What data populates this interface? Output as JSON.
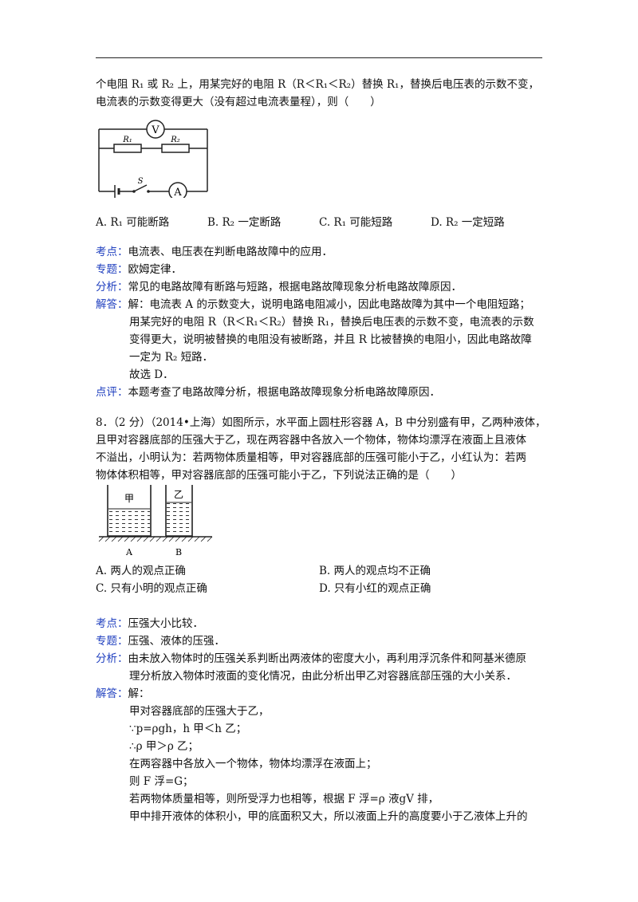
{
  "q7": {
    "stem_lines": [
      "个电阻 R₁ 或 R₂ 上，用某完好的电阻 R（R＜R₁＜R₂）替换 R₁，替换后电压表的示数不变，",
      "电流表的示数变得更大（没有超过电流表量程），则（　　）"
    ],
    "circuit": {
      "voltmeter": "V",
      "r1": "R₁",
      "r2": "R₂",
      "switch": "S",
      "ammeter": "A"
    },
    "options": [
      "A.  R₁ 可能断路",
      "B.  R₂ 一定断路",
      "C.  R₁ 可能短路",
      "D.  R₂ 一定短路"
    ],
    "kaodian_label": "考点：",
    "kaodian": "电流表、电压表在判断电路故障中的应用．",
    "zhuanti_label": "专题：",
    "zhuanti": "欧姆定律．",
    "fenxi_label": "分析：",
    "fenxi": "常见的电路故障有断路与短路，根据电路故障现象分析电路故障原因．",
    "jieda_label": "解答：",
    "jieda_lines": [
      "解：电流表 A 的示数变大，说明电路电阻减小，因此电路故障为其中一个电阻短路；",
      "用某完好的电阻 R（R＜R₁＜R₂）替换 R₁，替换后电压表的示数不变，电流表的示数",
      "变得更大，说明被替换的电阻没有被断路，并且 R 比被替换的电阻小，因此电路故障",
      "一定为 R₂ 短路．",
      "故选 D．"
    ],
    "dianping_label": "点评：",
    "dianping": "本题考查了电路故障分析，根据电路故障现象分析电路故障原因．"
  },
  "q8": {
    "stem_lines": [
      "8．（2 分）（2014•上海）如图所示，水平面上圆柱形容器 A，B 中分别盛有甲，乙两种液体，",
      "且甲对容器底部的压强大于乙，现在两容器中各放入一个物体，物体均漂浮在液面上且液体",
      "不溢出，小明认为：若两物体质量相等，甲对容器底部的压强可能小于乙，小红认为：若两",
      "物体体积相等，甲对容器底部的压强可能小于乙，下列说法正确的是（　　）"
    ],
    "figure": {
      "liquid_a": "甲",
      "liquid_b": "乙",
      "label_a": "A",
      "label_b": "B"
    },
    "options": [
      "A.  两人的观点正确",
      "B.  两人的观点均不正确",
      "C.  只有小明的观点正确",
      "D.  只有小红的观点正确"
    ],
    "kaodian_label": "考点：",
    "kaodian": "压强大小比较．",
    "zhuanti_label": "专题：",
    "zhuanti": "压强、液体的压强．",
    "fenxi_label": "分析：",
    "fenxi_lines": [
      "由未放入物体时的压强关系判断出两液体的密度大小，再利用浮沉条件和阿基米德原",
      "理分析放入物体时液面的变化情况，由此分析出甲乙对容器底部压强的大小关系．"
    ],
    "jieda_label": "解答：",
    "jieda_lines": [
      "解：",
      "甲对容器底部的压强大于乙，",
      "∵p=ρgh，h 甲＜h 乙；",
      "∴ρ 甲＞ρ 乙；",
      "在两容器中各放入一个物体，物体均漂浮在液面上；",
      "则 F 浮=G；",
      "若两物体质量相等，则所受浮力也相等，根据 F 浮=ρ 液gV 排，",
      "甲中排开液体的体积小，甲的底面积又大，所以液面上升的高度要小于乙液体上升的"
    ]
  }
}
